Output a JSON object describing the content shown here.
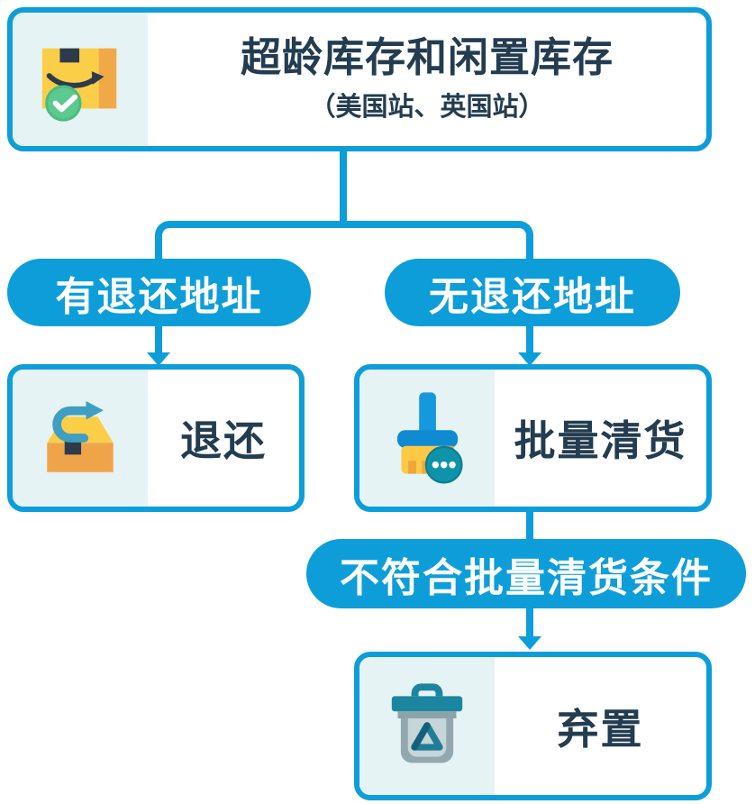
{
  "colors": {
    "accent_blue": "#0D9ED9",
    "text_navy": "#233C50",
    "icon_panel_teal": "#E6F3F5",
    "package_yellow": "#FBCE48",
    "package_orange": "#F0A947",
    "check_green": "#5CC98F",
    "badge_teal": "#0F93A8",
    "trash_teal": "#1C86A0",
    "trash_gray": "#92A7AE"
  },
  "root": {
    "title": "超龄库存和闲置库存",
    "subtitle": "（美国站、英国站）",
    "icon": "amazon-package-icon"
  },
  "branch_left": {
    "label": "有退还地址"
  },
  "branch_right": {
    "label": "无退还地址"
  },
  "node_return": {
    "label": "退还",
    "icon": "return-package-icon"
  },
  "node_liquidation": {
    "label": "批量清货",
    "icon": "cleanup-brush-icon"
  },
  "pill_condition": {
    "label": "不符合批量清货条件"
  },
  "node_dispose": {
    "label": "弃置",
    "icon": "trash-bin-icon"
  }
}
